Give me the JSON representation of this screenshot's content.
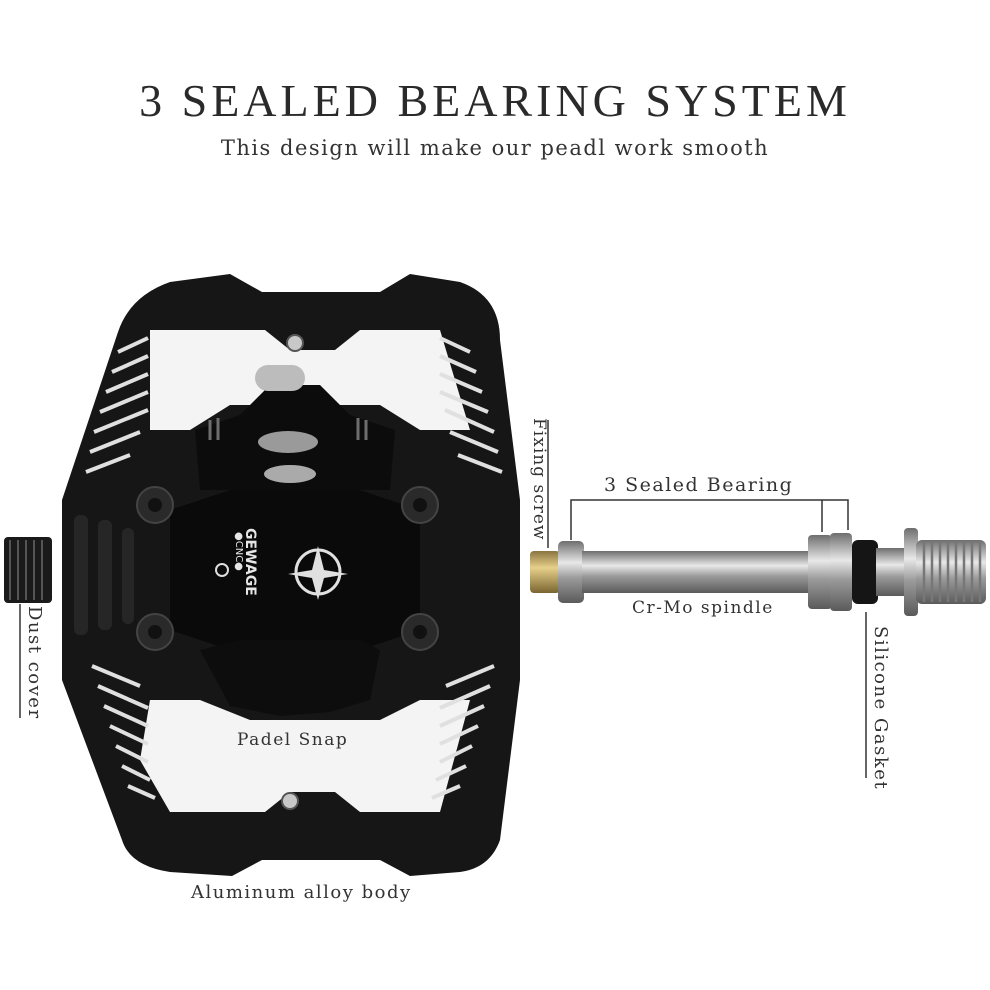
{
  "title": "3 SEALED BEARING SYSTEM",
  "subtitle": "This design will make our peadl work smooth",
  "labels": {
    "fixing_screw": "Fixing screw",
    "sealed_bearing": "3 Sealed Bearing",
    "spindle": "Cr-Mo spindle",
    "silicone_gasket": "Silicone Gasket",
    "dust_cover": "Dust cover",
    "padel_snap": "Padel Snap",
    "body": "Aluminum alloy body"
  },
  "brand": {
    "name": "GEWAGE",
    "sub": "●CNC●"
  },
  "colors": {
    "body": "#151515",
    "silver": "#b8b8b8",
    "gold": "#c9a658"
  }
}
